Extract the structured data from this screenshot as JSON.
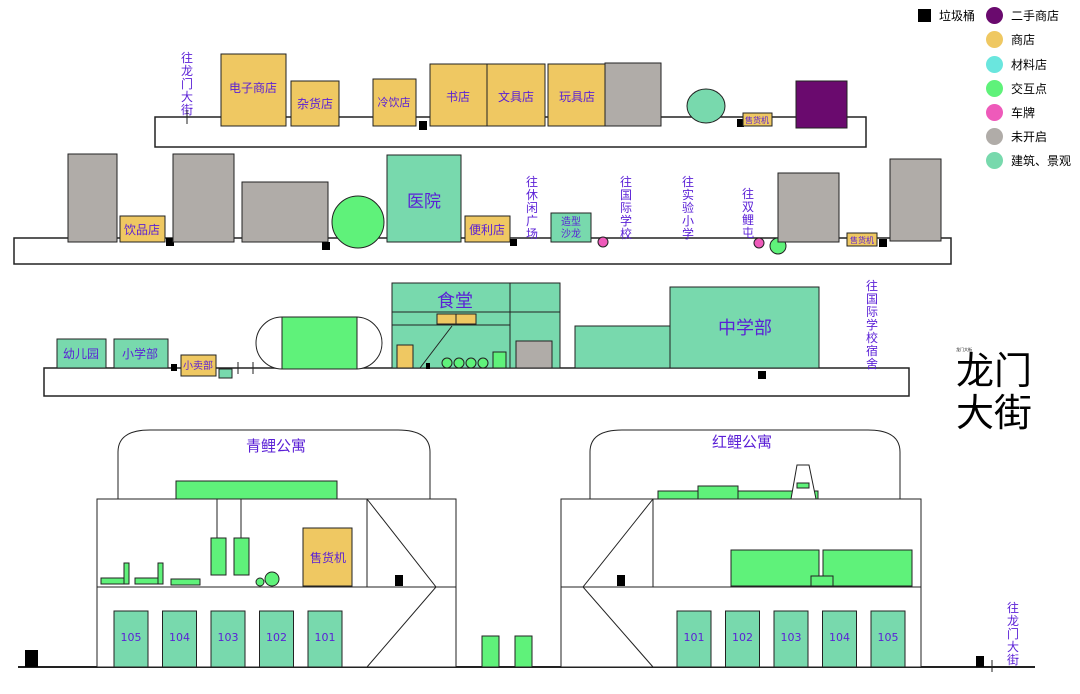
{
  "colors": {
    "secondhand": "#6a0a6e",
    "shop": "#efc862",
    "material": "#6ae6de",
    "interaction": "#5ff27a",
    "plate": "#ee5aba",
    "closed": "#b0aca8",
    "building": "#78d9ad",
    "text_purple": "#5a1fd6",
    "outline": "#222222"
  },
  "legend": {
    "trash": "垃圾桶",
    "secondhand": "二手商店",
    "shop": "商店",
    "material": "材料店",
    "interaction": "交互点",
    "plate": "车牌",
    "closed": "未开启",
    "building": "建筑、景观"
  },
  "row1": {
    "to_longmen": "往龙门大街",
    "electronics": "电子商店",
    "grocery": "杂货店",
    "drinks": "冷饮店",
    "books": "书店",
    "stationery": "文具店",
    "toys": "玩具店",
    "vending": "售货机"
  },
  "row2": {
    "drinks": "饮品店",
    "hospital": "医院",
    "convenience": "便利店",
    "to_plaza": "往休闲广场",
    "salon": "造型沙龙",
    "to_intl_school": "往国际学校",
    "to_exp_primary": "往实验小学",
    "to_shuangli": "往双鲤屯",
    "vending": "售货机"
  },
  "row3": {
    "kindergarten": "幼儿园",
    "primary": "小学部",
    "snack": "小卖部",
    "canteen": "食堂",
    "middle": "中学部",
    "to_dorm": "往国际学校宿舍"
  },
  "district": {
    "line1": "龙门",
    "line2": "大街",
    "tiny": "龙门大街"
  },
  "qingli": {
    "title": "青鲤公寓",
    "vending": "售货机",
    "rooms": [
      "105",
      "104",
      "103",
      "102",
      "101"
    ]
  },
  "hongli": {
    "title": "红鲤公寓",
    "rooms": [
      "101",
      "102",
      "103",
      "104",
      "105"
    ]
  },
  "bottom": {
    "to_longmen": "往龙门大街"
  }
}
